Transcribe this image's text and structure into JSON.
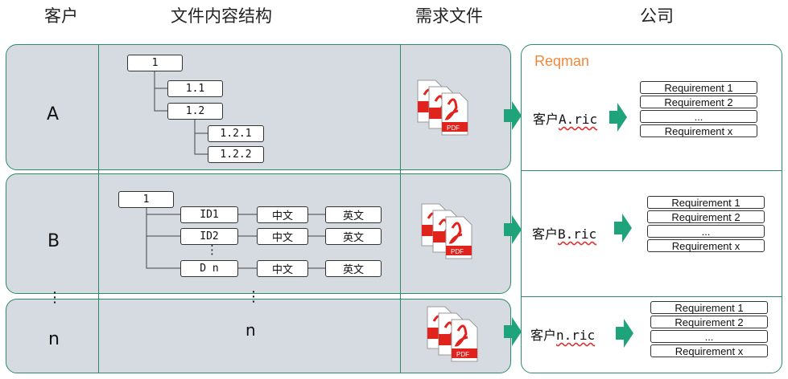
{
  "headers": {
    "customer": "客户",
    "structure": "文件内容结构",
    "req_files": "需求文件",
    "company": "公司"
  },
  "company_brand": "Reqman",
  "rows": [
    {
      "letter": "A",
      "ric_prefix": "客户",
      "ric_file": "A.ric",
      "tree": [
        "1",
        "1.1",
        "1.2",
        "1.2.1",
        "1.2.2"
      ]
    },
    {
      "letter": "B",
      "ric_prefix": "客户",
      "ric_file": "B.ric",
      "root": "1",
      "ids": [
        "ID1",
        "ID2",
        "D n"
      ],
      "cn": "中文",
      "en": "英文",
      "vdots": "⋮"
    },
    {
      "letter": "n",
      "ric_prefix": "客户",
      "ric_file": "n.ric",
      "center_label": "n",
      "vdots": "⋮"
    }
  ],
  "between_dots": "⋮",
  "requirements": [
    "Requirement 1",
    "Requirement 2",
    "...",
    "Requirement x"
  ],
  "pdf_label": "PDF",
  "colors": {
    "border": "#2e8b6a",
    "arrow": "#1fa37a",
    "brand": "#f0883c",
    "panel": "#d6dbe1",
    "pdf_red": "#e0231c"
  }
}
